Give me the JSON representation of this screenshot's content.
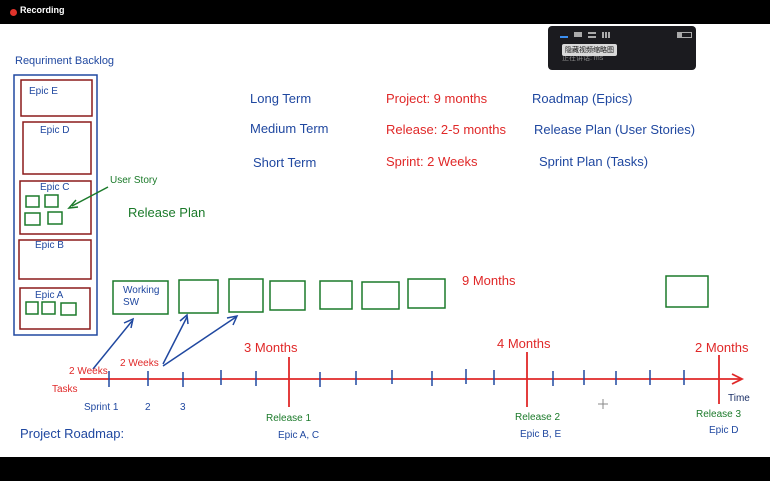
{
  "recording": {
    "label": "Recording",
    "dot_color": "#e0332b"
  },
  "mini_toolbar": {
    "tooltip": "隐藏视频缩略图",
    "subtitle": "正在讲话: ms"
  },
  "board": {
    "backlog_title": "Requriment Backlog",
    "epics": [
      "Epic E",
      "Epic D",
      "Epic C",
      "Epic B",
      "Epic A"
    ],
    "user_story_label": "User Story",
    "release_plan_label": "Release Plan",
    "terms": [
      "Long Term",
      "Medium Term",
      "Short Term"
    ],
    "durations": [
      "Project: 9 months",
      "Release: 2-5 months",
      "Sprint: 2 Weeks"
    ],
    "plans": [
      "Roadmap (Epics)",
      "Release Plan (User Stories)",
      "Sprint Plan (Tasks)"
    ],
    "working_sw": "Working SW",
    "nine_months": "9 Months",
    "two_weeks": "2 Weeks",
    "tasks": "Tasks",
    "sprints": [
      "Sprint 1",
      "2",
      "3"
    ],
    "period_labels": [
      "3 Months",
      "4 Months",
      "2 Months"
    ],
    "releases": [
      {
        "name": "Release 1",
        "epics": "Epic A, C"
      },
      {
        "name": "Release 2",
        "epics": "Epic B, E"
      },
      {
        "name": "Release 3",
        "epics": "Epic D"
      }
    ],
    "time_label": "Time",
    "project_roadmap": "Project Roadmap:",
    "colors": {
      "blue": "#2048a0",
      "red": "#e02828",
      "green": "#1b7a2a",
      "maroon": "#8b1a1a"
    }
  }
}
